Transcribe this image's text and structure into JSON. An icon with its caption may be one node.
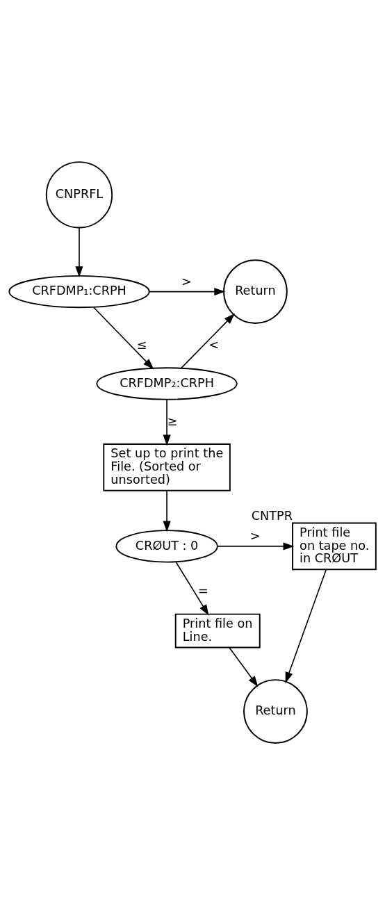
{
  "diagram": {
    "nodes": [
      {
        "text": [
          "CNPRFL"
        ]
      },
      {
        "text": [
          "CRFDMP₁:CRPH"
        ]
      },
      {
        "text": [
          "Return"
        ]
      },
      {
        "text": [
          "CRFDMP₂:CRPH"
        ]
      },
      {
        "text": [
          "Set up to print the File. (Sorted or unsorted)"
        ]
      },
      {
        "text": [
          "CRØUT : 0"
        ]
      },
      {
        "text": [
          "Print file on tape no. in CRØUT"
        ],
        "beside": [
          "CNTPR"
        ]
      },
      {
        "text": [
          "Print file on Line."
        ]
      },
      {
        "text": [
          "Return"
        ]
      }
    ],
    "edges": [
      {
        "from": 0,
        "to": 1,
        "arrow": "to"
      },
      {
        "from": 1,
        "to": 2,
        "arrow": "to",
        "label": ">"
      },
      {
        "from": 1,
        "to": 3,
        "arrow": "to",
        "label": "≤"
      },
      {
        "from": 3,
        "to": 2,
        "arrow": "to",
        "label": "<"
      },
      {
        "from": 3,
        "to": 4,
        "arrow": "to",
        "label": "≥"
      },
      {
        "from": 4,
        "to": 5,
        "arrow": "to"
      },
      {
        "from": 5,
        "to": 6,
        "arrow": "to",
        "label": ">"
      },
      {
        "from": 5,
        "to": 7,
        "arrow": "to",
        "label": "="
      },
      {
        "from": 7,
        "to": 8,
        "arrow": "to"
      },
      {
        "from": 6,
        "to": 8,
        "arrow": "to"
      }
    ]
  }
}
